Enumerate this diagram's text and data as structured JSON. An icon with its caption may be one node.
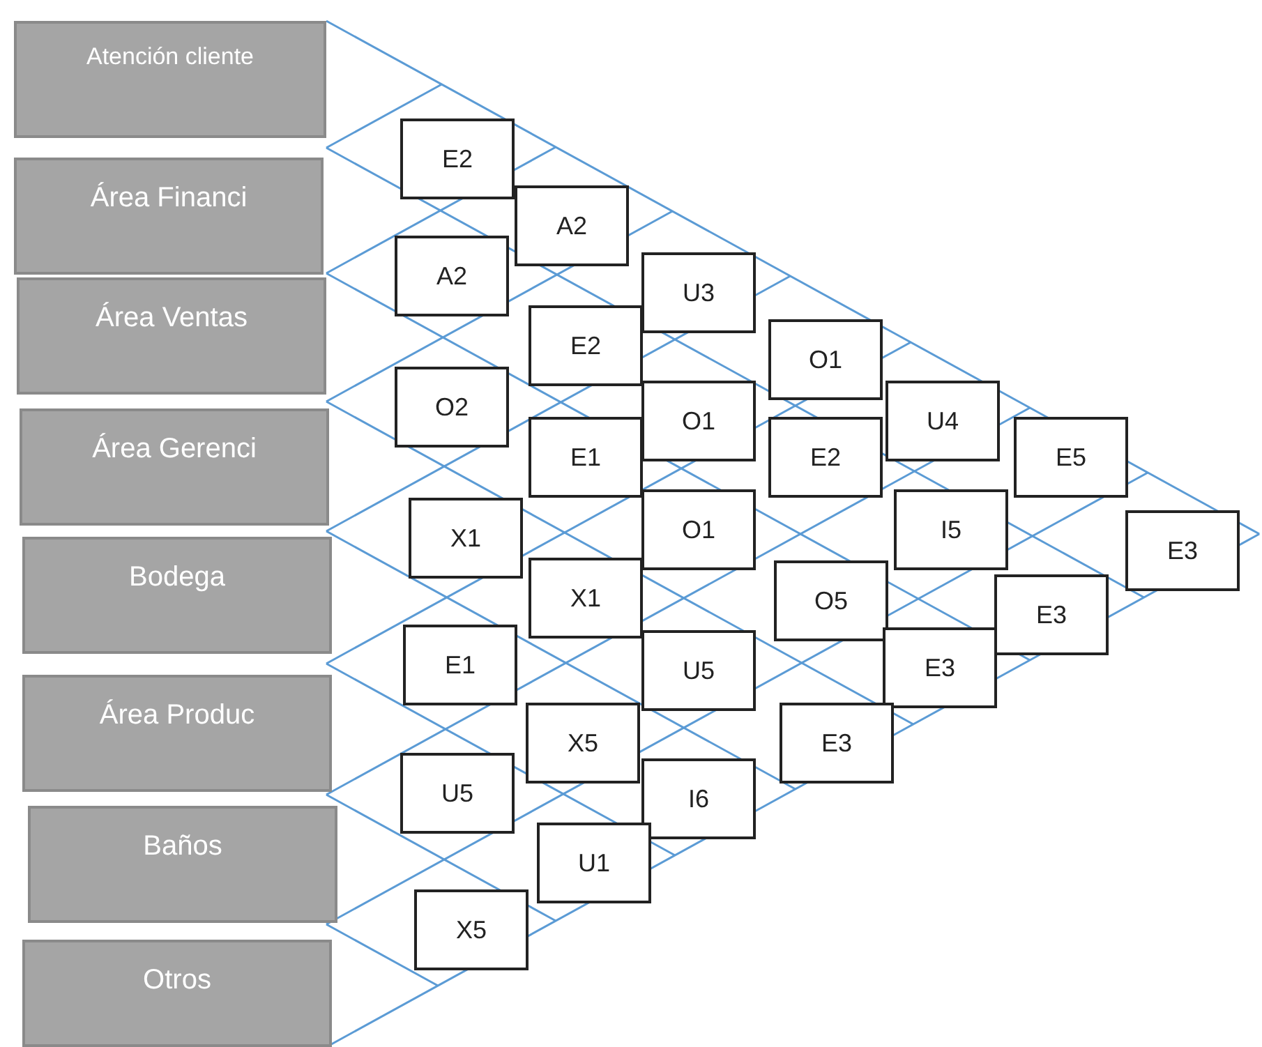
{
  "diagram": {
    "nodes": [
      {
        "text": [
          "Atención cliente"
        ]
      },
      {
        "text": [
          "Área Financi"
        ]
      },
      {
        "text": [
          "Área Ventas"
        ]
      },
      {
        "text": [
          "Área Gerenci"
        ]
      },
      {
        "text": [
          "Bodega"
        ]
      },
      {
        "text": [
          "Área Produc"
        ]
      },
      {
        "text": [
          "Baños"
        ]
      },
      {
        "text": [
          "Otros"
        ]
      },
      {
        "text": [
          "E2"
        ]
      },
      {
        "text": [
          "A2"
        ]
      },
      {
        "text": [
          "A2"
        ]
      },
      {
        "text": [
          "U3"
        ]
      },
      {
        "text": [
          "E2"
        ]
      },
      {
        "text": [
          "O1"
        ]
      },
      {
        "text": [
          "O2"
        ]
      },
      {
        "text": [
          "O1"
        ]
      },
      {
        "text": [
          "U4"
        ]
      },
      {
        "text": [
          "E1"
        ]
      },
      {
        "text": [
          "E2"
        ]
      },
      {
        "text": [
          "E5"
        ]
      },
      {
        "text": [
          "X1"
        ]
      },
      {
        "text": [
          "O1"
        ]
      },
      {
        "text": [
          "I5"
        ]
      },
      {
        "text": [
          "E3"
        ]
      },
      {
        "text": [
          "X1"
        ]
      },
      {
        "text": [
          "O5"
        ]
      },
      {
        "text": [
          "E3"
        ]
      },
      {
        "text": [
          "E1"
        ]
      },
      {
        "text": [
          "U5"
        ]
      },
      {
        "text": [
          "E3"
        ]
      },
      {
        "text": [
          "X5"
        ]
      },
      {
        "text": [
          "E3"
        ]
      },
      {
        "text": [
          "U5"
        ]
      },
      {
        "text": [
          "I6"
        ]
      },
      {
        "text": [
          "U1"
        ]
      },
      {
        "text": [
          "X5"
        ]
      }
    ]
  }
}
